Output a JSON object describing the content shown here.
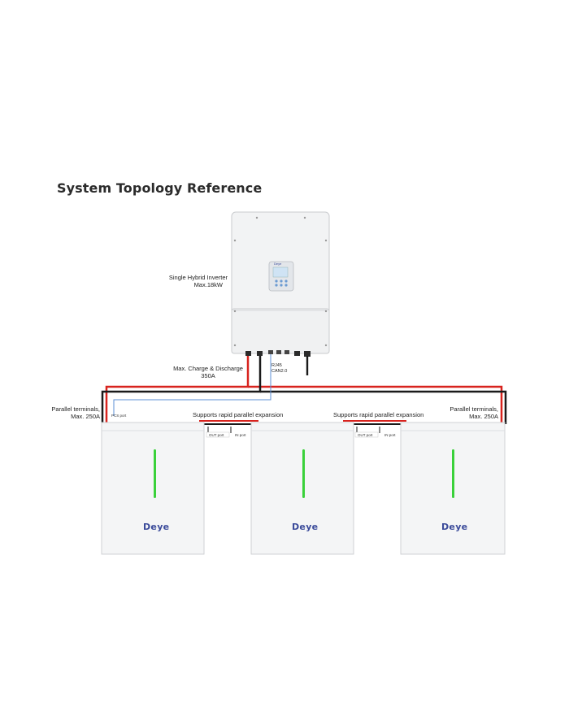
{
  "title": "System Topology Reference",
  "inverter": {
    "label_line1": "Single Hybrid Inverter",
    "label_line2": "Max.18kW",
    "screen_logo": "Deye"
  },
  "connection": {
    "charge_line1": "Max. Charge & Discharge",
    "charge_line2": "350A",
    "comm_line1": "RJ45",
    "comm_line2": "CAN2.0"
  },
  "parallel_left": {
    "line1": "Parallel terminals,",
    "line2": "Max. 250A"
  },
  "parallel_right": {
    "line1": "Parallel terminals,",
    "line2": "Max. 250A"
  },
  "expansion_label_1": "Supports rapid parallel expansion",
  "expansion_label_2": "Supports rapid parallel expansion",
  "pcs_port": "PCS port",
  "ports": [
    {
      "out": "OUT port",
      "in": "IN port"
    },
    {
      "out": "OUT port",
      "in": "IN port"
    }
  ],
  "batteries": [
    {
      "brand": "Deye"
    },
    {
      "brand": "Deye"
    },
    {
      "brand": "Deye"
    }
  ],
  "colors": {
    "positive_cable": "#d8231e",
    "negative_cable": "#1a1a1a",
    "comm_cable": "#5b8fd6",
    "led": "#3ad13a",
    "brand": "#3a4a9a"
  }
}
